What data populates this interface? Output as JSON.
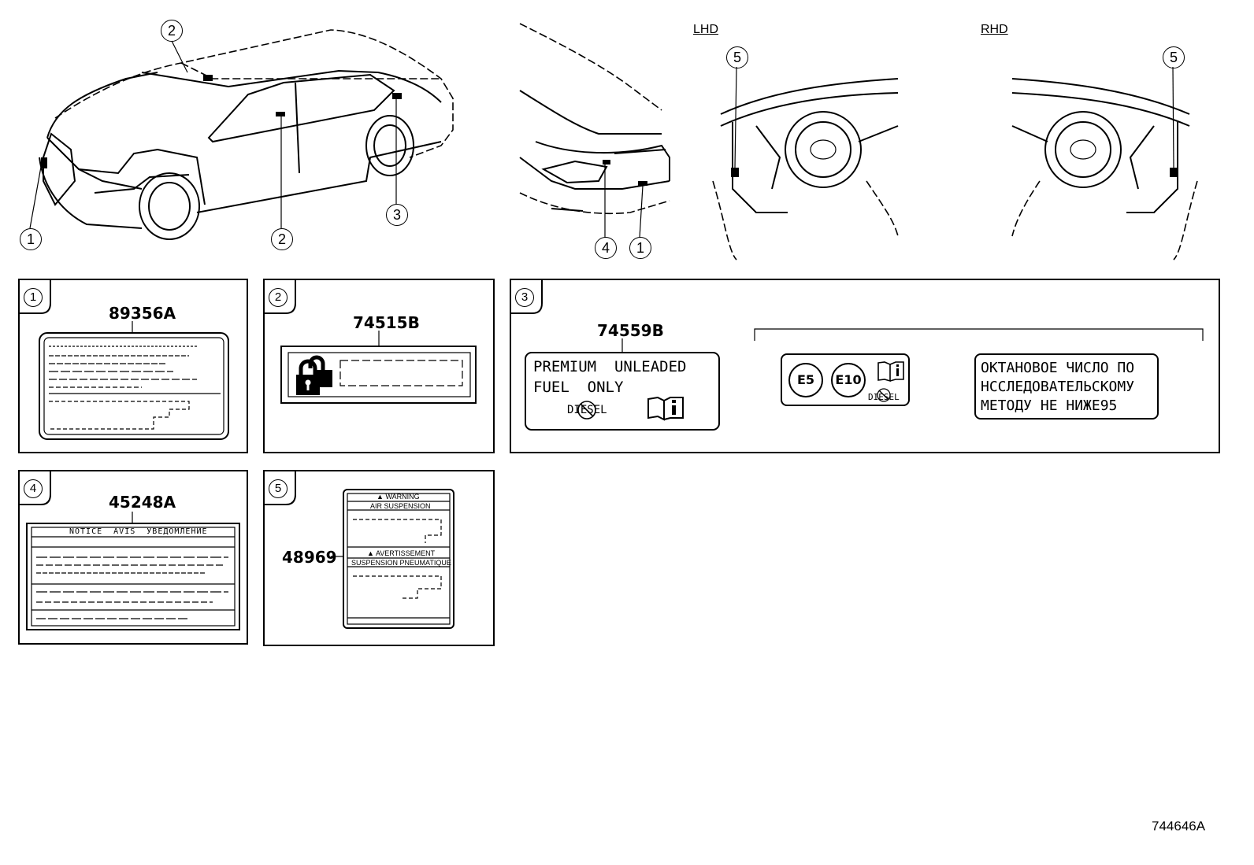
{
  "views": {
    "lhd_label": "LHD",
    "rhd_label": "RHD"
  },
  "callouts": [
    "1",
    "2",
    "3",
    "4",
    "5"
  ],
  "panels": {
    "p1": {
      "index": "1",
      "part_no": "89356A"
    },
    "p2": {
      "index": "2",
      "part_no": "74515B"
    },
    "p3": {
      "index": "3",
      "part_no": "74559B",
      "label_line1": "PREMIUM  UNLEADED",
      "label_line2": "FUEL  ONLY",
      "diesel": "DIESEL",
      "badge_e5": "E5",
      "badge_e10": "E10",
      "russian_line1": "ОКТАНОВОЕ ЧИСЛО ПО",
      "russian_line2": "НССЛЕДОВАТЕЛЬСКОМУ",
      "russian_line3": "МЕТОДУ НЕ НИЖЕ95"
    },
    "p4": {
      "index": "4",
      "part_no": "45248A",
      "header": "NOTICE  AVIS  УВЕДОМЛЕНИЕ"
    },
    "p5": {
      "index": "5",
      "part_no": "48969",
      "warning": "WARNING",
      "air_suspension": "AIR SUSPENSION",
      "avertissement": "AVERTISSEMENT",
      "suspension_pneumatique": "SUSPENSION PNEUMATIQUE"
    }
  },
  "figure_id": "744646A",
  "icons": [
    "padlock-icon",
    "manual-book-icon",
    "diesel-prohibited-icon",
    "warning-triangle-icon"
  ]
}
